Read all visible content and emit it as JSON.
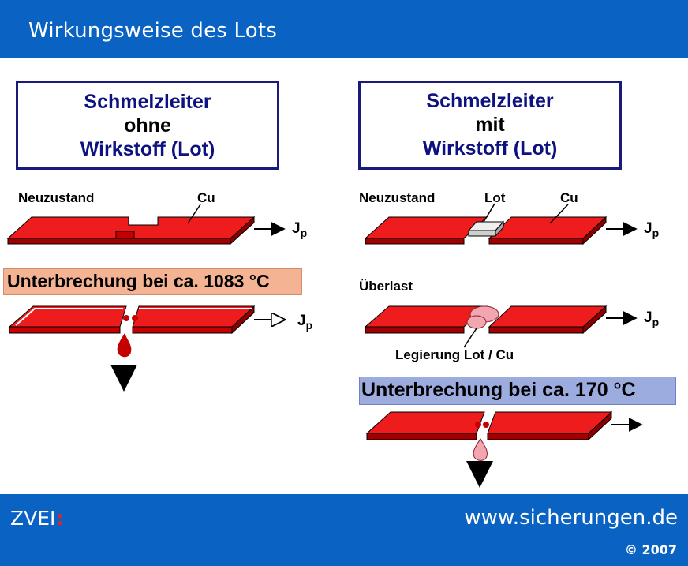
{
  "header": {
    "title": "Wirkungsweise des Lots"
  },
  "left": {
    "box_line1": "Schmelzleiter",
    "box_line2": "ohne",
    "box_line3": "Wirkstoff (Lot)",
    "label_state": "Neuzustand",
    "label_material": "Cu",
    "current_main": "J",
    "current_sub": "p",
    "banner": "Unterbrechung bei ca. 1083 °C"
  },
  "right": {
    "box_line1": "Schmelzleiter",
    "box_line2": "mit",
    "box_line3": "Wirkstoff (Lot)",
    "label_state": "Neuzustand",
    "label_solder": "Lot",
    "label_material": "Cu",
    "label_overload": "Überlast",
    "label_alloy": "Legierung Lot / Cu",
    "current_main": "J",
    "current_sub": "p",
    "banner": "Unterbrechung bei ca. 170 °C"
  },
  "footer": {
    "logo_text": "ZVEI",
    "logo_colon": ":",
    "website": "www.sicherungen.de",
    "copyright": "© 2007"
  },
  "colors": {
    "header_blue": "#0a62c2",
    "copper_red": "#c40000",
    "box_navy": "#1a1a7a",
    "banner_left": "#f4b393",
    "banner_right": "#9cacde",
    "alloy_pink": "#f2a6b0"
  }
}
